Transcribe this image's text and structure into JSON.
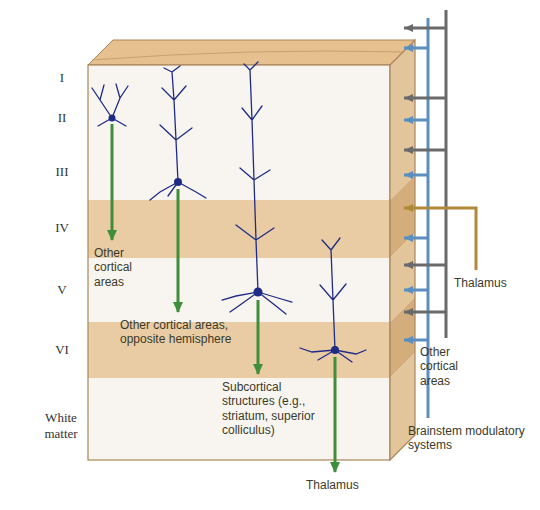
{
  "diagram": {
    "labels": [
      "I",
      "II",
      "III",
      "IV",
      "V",
      "VI",
      "White matter",
      "Other cortical areas",
      "Other cortical areas, opposite hemisphere",
      "Subcortical structures (e.g., striatum, superior colliculus)",
      "Thalamus",
      "Thalamus",
      "Other cortical areas",
      "Brainstem modulatory systems"
    ]
  }
}
